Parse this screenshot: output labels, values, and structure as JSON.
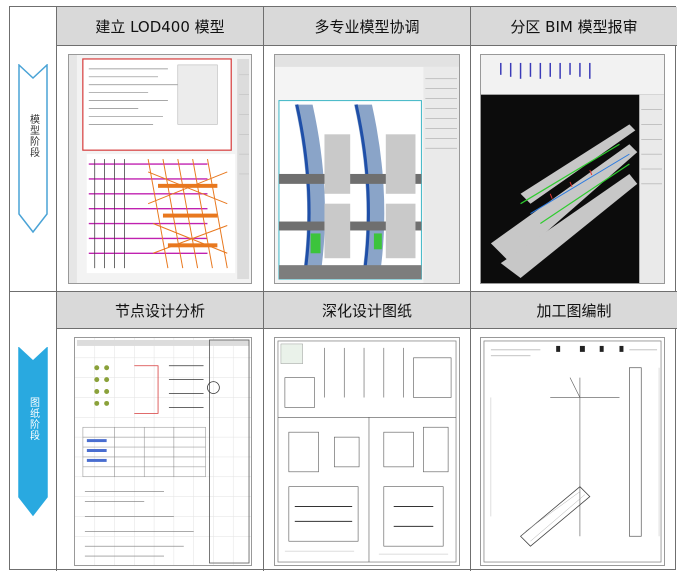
{
  "phases": [
    {
      "id": "model",
      "label": "模型阶段",
      "arrow_color": "#ffffff",
      "arrow_stroke": "#4aa3d6"
    },
    {
      "id": "drawing",
      "label": "图纸阶段",
      "arrow_color": "#29a9e0",
      "arrow_stroke": "#29a9e0"
    }
  ],
  "model_row": {
    "headers": [
      "建立 LOD400 模型",
      "多专业模型协调",
      "分区 BIM 模型报审"
    ]
  },
  "drawing_row": {
    "headers": [
      "节点设计分析",
      "深化设计图纸",
      "加工图编制"
    ]
  },
  "colors": {
    "header_bg": "#d9d9d9",
    "border": "#6f6f6f",
    "orange": "#e8781e",
    "magenta": "#c021b0"
  }
}
